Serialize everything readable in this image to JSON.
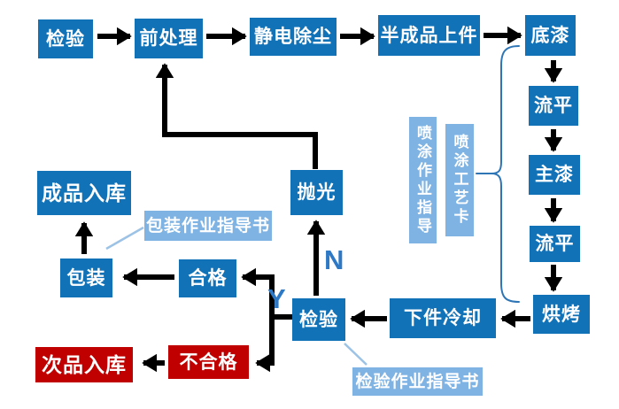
{
  "nodes": {
    "inspection_in": "检验",
    "pretreatment": "前处理",
    "static_dust_removal": "静电除尘",
    "semi_finished_loading": "半成品上件",
    "primer": "底漆",
    "leveling_1": "流平",
    "main_paint": "主漆",
    "leveling_2": "流平",
    "baking": "烘烤",
    "unload_cooling": "下件冷却",
    "inspection_final": "检验",
    "polishing": "抛光",
    "qualified": "合格",
    "packaging": "包装",
    "finished_goods_storage": "成品入库",
    "unqualified": "不合格",
    "defective_storage": "次品入库"
  },
  "annotations": {
    "spray_work_instruction": "喷涂作业指导",
    "spray_process_card": "喷涂工艺卡",
    "packaging_work_instruction": "包装作业指导书",
    "inspection_work_instruction": "检验作业指导书"
  },
  "branch_labels": {
    "no": "N",
    "yes": "Y"
  },
  "colors": {
    "process_node": "#1172B8",
    "reject_node": "#C00000",
    "annotation_box": "#7FB3E3",
    "brace": "#2E75B6",
    "branch_text": "#2E79C6",
    "arrow": "#000000",
    "annotation_connector": "#9CC3E5"
  }
}
